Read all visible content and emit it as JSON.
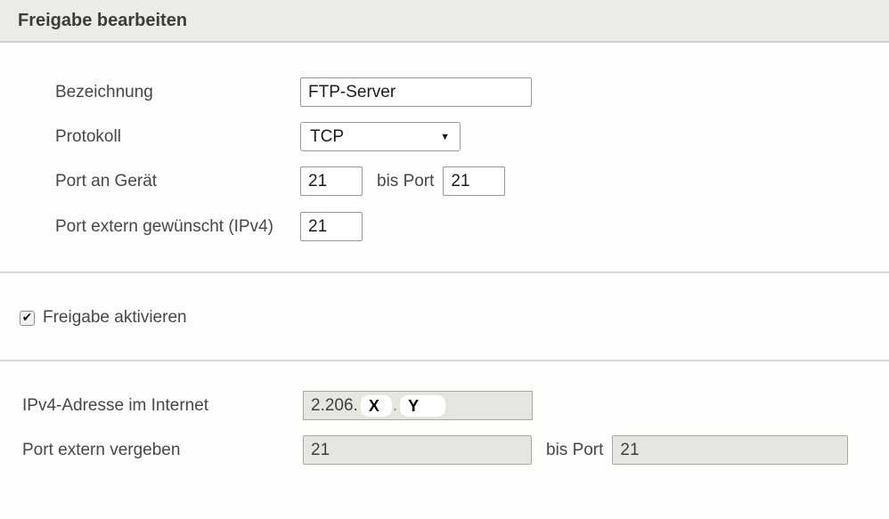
{
  "header": {
    "title": "Freigabe bearbeiten"
  },
  "form": {
    "bezeichnung": {
      "label": "Bezeichnung",
      "value": "FTP-Server"
    },
    "protokoll": {
      "label": "Protokoll",
      "value": "TCP",
      "arrow_glyph": "▼"
    },
    "port_an_geraet": {
      "label": "Port an Gerät",
      "from": "21",
      "bis_label": "bis Port",
      "to": "21"
    },
    "port_extern_gewuenscht": {
      "label": "Port extern gewünscht (IPv4)",
      "value": "21"
    },
    "freigabe_aktivieren": {
      "label": "Freigabe aktivieren",
      "checked": true,
      "check_glyph": "✔"
    },
    "ipv4_adresse": {
      "label": "IPv4-Adresse im Internet",
      "prefix": "2.206.",
      "redacted_a": "X",
      "separator": ".",
      "redacted_b": "Y"
    },
    "port_extern_vergeben": {
      "label": "Port extern vergeben",
      "from": "21",
      "bis_label": "bis Port",
      "to": "21"
    }
  },
  "colors": {
    "header_bg": "#edebe5",
    "divider": "#d9d9d9",
    "disabled_field_bg": "#e7e5e0",
    "text": "#474747"
  }
}
